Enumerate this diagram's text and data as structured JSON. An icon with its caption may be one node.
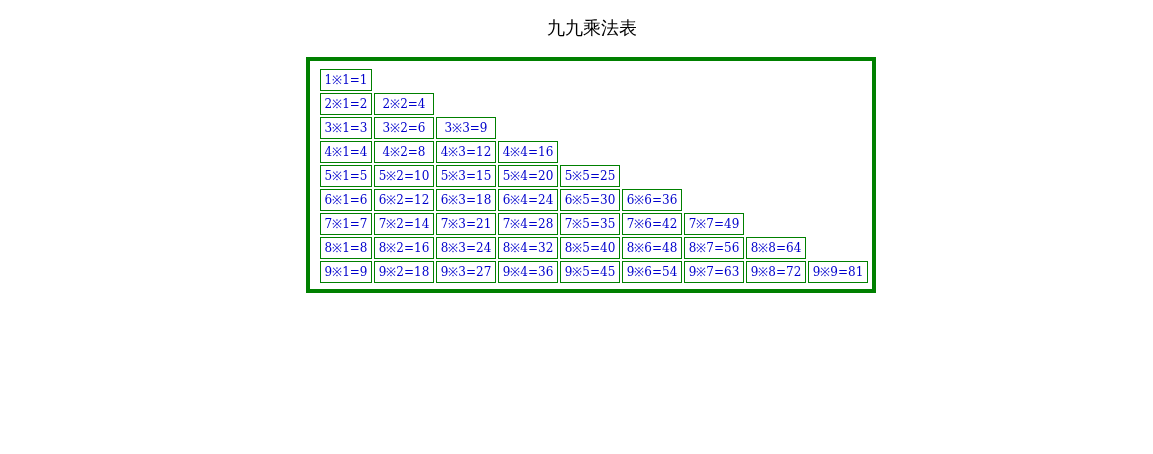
{
  "diagram": {
    "title": "九九乘法表",
    "labels": [
      "1※1=1",
      "2※1=2",
      "2※2=4",
      "3※1=3",
      "3※2=6",
      "3※3=9",
      "4※1=4",
      "4※2=8",
      "4※3=12",
      "4※4=16",
      "5※1=5",
      "5※2=10",
      "5※3=15",
      "5※4=20",
      "5※5=25",
      "6※1=6",
      "6※2=12",
      "6※3=18",
      "6※4=24",
      "6※5=30",
      "6※6=36",
      "7※1=7",
      "7※2=14",
      "7※3=21",
      "7※4=28",
      "7※5=35",
      "7※6=42",
      "7※7=49",
      "8※1=8",
      "8※2=16",
      "8※3=24",
      "8※4=32",
      "8※5=40",
      "8※6=48",
      "8※7=56",
      "8※8=64",
      "9※1=9",
      "9※2=18",
      "9※3=27",
      "9※4=36",
      "9※5=45",
      "9※6=54",
      "9※7=63",
      "9※8=72",
      "9※9=81"
    ]
  }
}
